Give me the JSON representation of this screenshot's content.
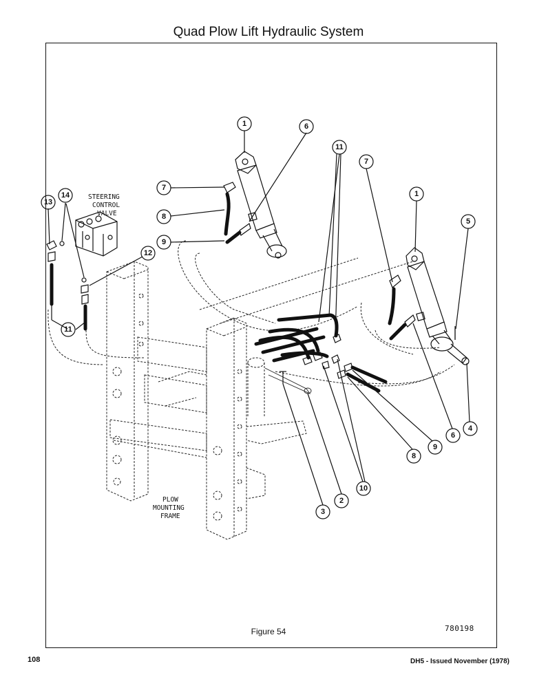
{
  "page": {
    "title": "Quad Plow Lift Hydraulic System",
    "figure_caption": "Figure 54",
    "drawing_number": "780198",
    "page_number": "108",
    "footer_right": "DH5 - Issued November (1978)"
  },
  "labels": {
    "steering_valve": [
      "STEERING",
      "CONTROL",
      "VALVE"
    ],
    "mounting_frame": [
      "PLOW",
      "MOUNTING",
      "FRAME"
    ]
  },
  "callouts": [
    {
      "id": "c1a",
      "num": "1"
    },
    {
      "id": "c6a",
      "num": "6"
    },
    {
      "id": "c11a",
      "num": "11"
    },
    {
      "id": "c7a",
      "num": "7"
    },
    {
      "id": "c1b",
      "num": "1"
    },
    {
      "id": "c5",
      "num": "5"
    },
    {
      "id": "c7b",
      "num": "7"
    },
    {
      "id": "c8a",
      "num": "8"
    },
    {
      "id": "c9a",
      "num": "9"
    },
    {
      "id": "c13",
      "num": "13"
    },
    {
      "id": "c14",
      "num": "14"
    },
    {
      "id": "c12",
      "num": "12"
    },
    {
      "id": "c11b",
      "num": "11"
    },
    {
      "id": "c4",
      "num": "4"
    },
    {
      "id": "c6b",
      "num": "6"
    },
    {
      "id": "c9b",
      "num": "9"
    },
    {
      "id": "c8b",
      "num": "8"
    },
    {
      "id": "c10",
      "num": "10"
    },
    {
      "id": "c2",
      "num": "2"
    },
    {
      "id": "c3",
      "num": "3"
    }
  ]
}
